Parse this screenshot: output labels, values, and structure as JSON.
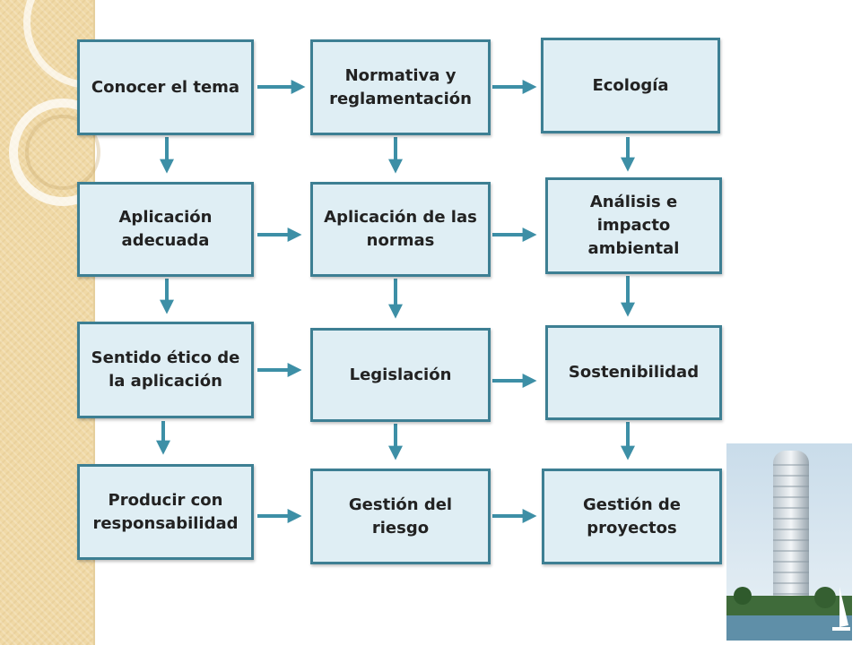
{
  "diagram": {
    "nodes": [
      {
        "id": "conocer",
        "label": "Conocer el tema"
      },
      {
        "id": "normativa",
        "label": "Normativa y reglamentación"
      },
      {
        "id": "ecologia",
        "label": "Ecología"
      },
      {
        "id": "aplicacion",
        "label": "Aplicación adecuada"
      },
      {
        "id": "aplicacion_normas",
        "label": "Aplicación de las normas"
      },
      {
        "id": "analisis",
        "label": "Análisis e impacto ambiental"
      },
      {
        "id": "sentido",
        "label": "Sentido ético de la aplicación"
      },
      {
        "id": "legislacion",
        "label": "Legislación"
      },
      {
        "id": "sostenibilidad",
        "label": "Sostenibilidad"
      },
      {
        "id": "producir",
        "label": "Producir con responsabilidad"
      },
      {
        "id": "gestion_riesgo",
        "label": "Gestión del riesgo"
      },
      {
        "id": "gestion_proyectos",
        "label": "Gestión de proyectos"
      }
    ],
    "edges": [
      [
        "conocer",
        "normativa"
      ],
      [
        "normativa",
        "ecologia"
      ],
      [
        "aplicacion",
        "aplicacion_normas"
      ],
      [
        "aplicacion_normas",
        "analisis"
      ],
      [
        "sentido",
        "legislacion"
      ],
      [
        "legislacion",
        "sostenibilidad"
      ],
      [
        "producir",
        "gestion_riesgo"
      ],
      [
        "gestion_riesgo",
        "gestion_proyectos"
      ],
      [
        "conocer",
        "aplicacion"
      ],
      [
        "aplicacion",
        "sentido"
      ],
      [
        "sentido",
        "producir"
      ],
      [
        "normativa",
        "aplicacion_normas"
      ],
      [
        "aplicacion_normas",
        "legislacion"
      ],
      [
        "legislacion",
        "gestion_riesgo"
      ],
      [
        "ecologia",
        "analisis"
      ],
      [
        "analisis",
        "sostenibilidad"
      ],
      [
        "sostenibilidad",
        "gestion_proyectos"
      ]
    ]
  },
  "colors": {
    "box_fill": "#dfeef4",
    "box_border": "#3d7f93",
    "arrow": "#3d8fa6",
    "sidebar": "#f0d9a6"
  },
  "photo": {
    "subject": "tall cylindrical tower building"
  }
}
